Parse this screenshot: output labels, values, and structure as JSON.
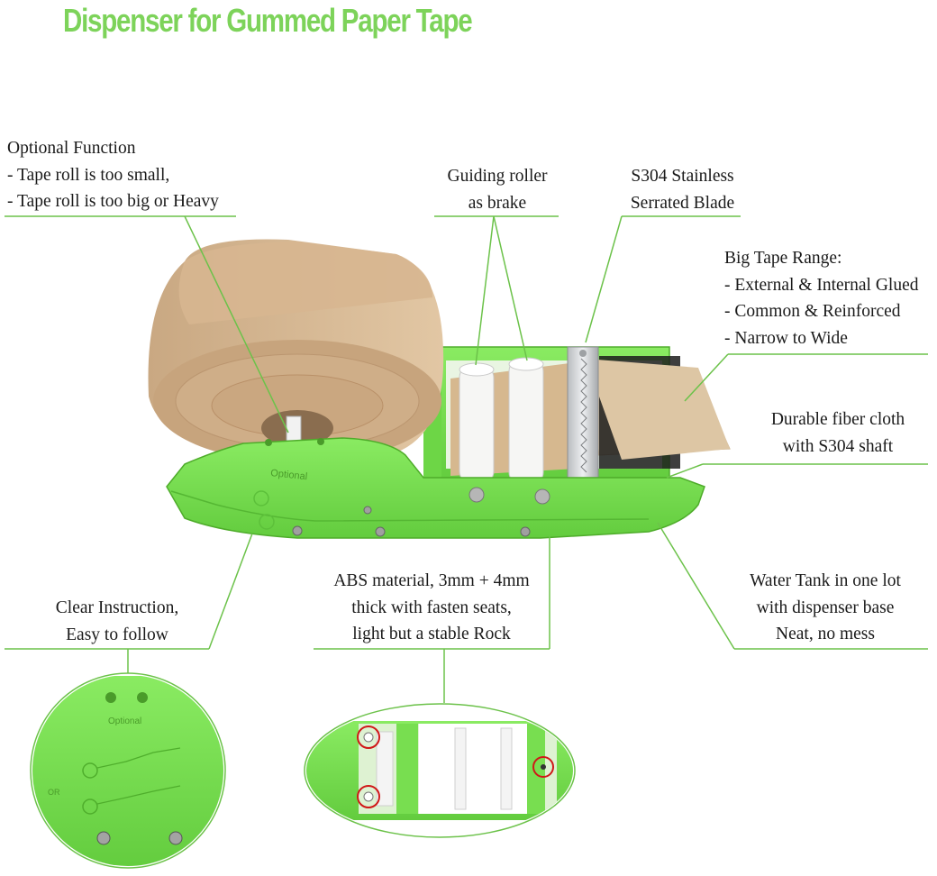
{
  "title": "Dispenser for Gummed Paper Tape",
  "callouts": {
    "optional": {
      "line1": "Optional Function",
      "line2": "- Tape roll is too small,",
      "line3": "- Tape roll is too big or Heavy"
    },
    "guiding": {
      "line1": "Guiding roller",
      "line2": "as brake"
    },
    "blade": {
      "line1": "S304 Stainless",
      "line2": "Serrated Blade"
    },
    "range": {
      "line1": "Big Tape Range:",
      "line2": "- External & Internal Glued",
      "line3": "- Common & Reinforced",
      "line4": "- Narrow to Wide"
    },
    "cloth": {
      "line1": "Durable fiber cloth",
      "line2": "with S304 shaft"
    },
    "instruction": {
      "line1": "Clear Instruction,",
      "line2": "Easy to follow"
    },
    "abs": {
      "line1": "ABS material, 3mm + 4mm",
      "line2": "thick with fasten seats,",
      "line3": "light but a stable Rock"
    },
    "tank": {
      "line1": "Water Tank in one lot",
      "line2": "with dispenser base",
      "line3": "Neat, no mess"
    }
  },
  "embossed": {
    "optional": "Optional",
    "or": "OR"
  },
  "colors": {
    "title": "#7dd35a",
    "body": "#72e04a",
    "line": "#6cc24a",
    "tape": "#d9bc98",
    "marker": "#d01818"
  }
}
